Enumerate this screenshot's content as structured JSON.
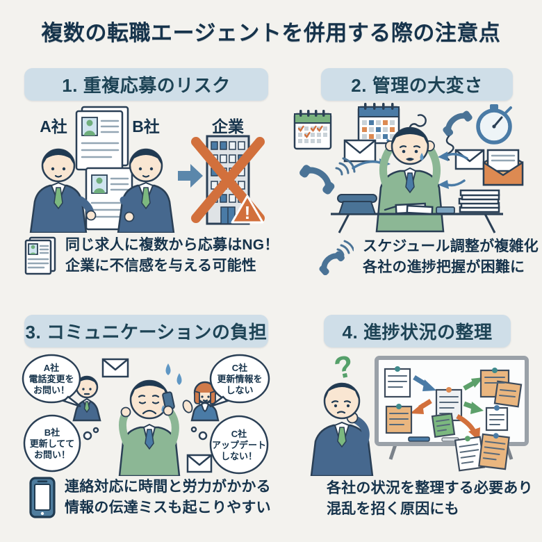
{
  "title": "複数の転職エージェントを併用する際の注意点",
  "palette": {
    "background": "#f3f2ee",
    "section_header_bg": "#cfdee8",
    "heading_text": "#1d4355",
    "body_text": "#16334b",
    "alert_orange": "#d2703c",
    "illustration_blue": "#4a7ba6",
    "jacket_green": "#8cb795",
    "suit_blue": "#46688e"
  },
  "icons": {
    "s1_caption_icon": "resume-icon",
    "s2_caption_icon": "phone-call-icon",
    "s3_caption_icon": "smartphone-icon"
  },
  "sections": {
    "s1": {
      "heading": "1. 重複応募のリスク",
      "label_agent_a": "A社",
      "label_agent_b": "B社",
      "label_company": "企業",
      "warning_mark": "!",
      "caption_line1": "同じ求人に複数から応募はNG！",
      "caption_line2": "企業に不信感を与える可能性"
    },
    "s2": {
      "heading": "2. 管理の大変さ",
      "caption_line1": "スケジュール調整が複雑化",
      "caption_line2": "各社の進捗把握が困難に"
    },
    "s3": {
      "heading": "3. コミュニケーションの負担",
      "bubble_a_line1": "A社",
      "bubble_a_line2": "電話変更を",
      "bubble_a_line3": "お問い！",
      "bubble_b_line1": "B社",
      "bubble_b_line2": "更新してて",
      "bubble_b_line3": "お問い！",
      "bubble_c1_line1": "C社",
      "bubble_c1_line2": "更新情報を",
      "bubble_c1_line3": "しない",
      "bubble_c2_line1": "C社",
      "bubble_c2_line2": "アップデート",
      "bubble_c2_line3": "しない！",
      "caption_line1": "連絡対応に時間と労力がかかる",
      "caption_line2": "情報の伝達ミスも起こりやすい"
    },
    "s4": {
      "heading": "4. 進捗状況の整理",
      "question_mark": "?",
      "caption_line1": "各社の状況を整理する必要あり",
      "caption_line2": "混乱を招く原因にも"
    }
  }
}
